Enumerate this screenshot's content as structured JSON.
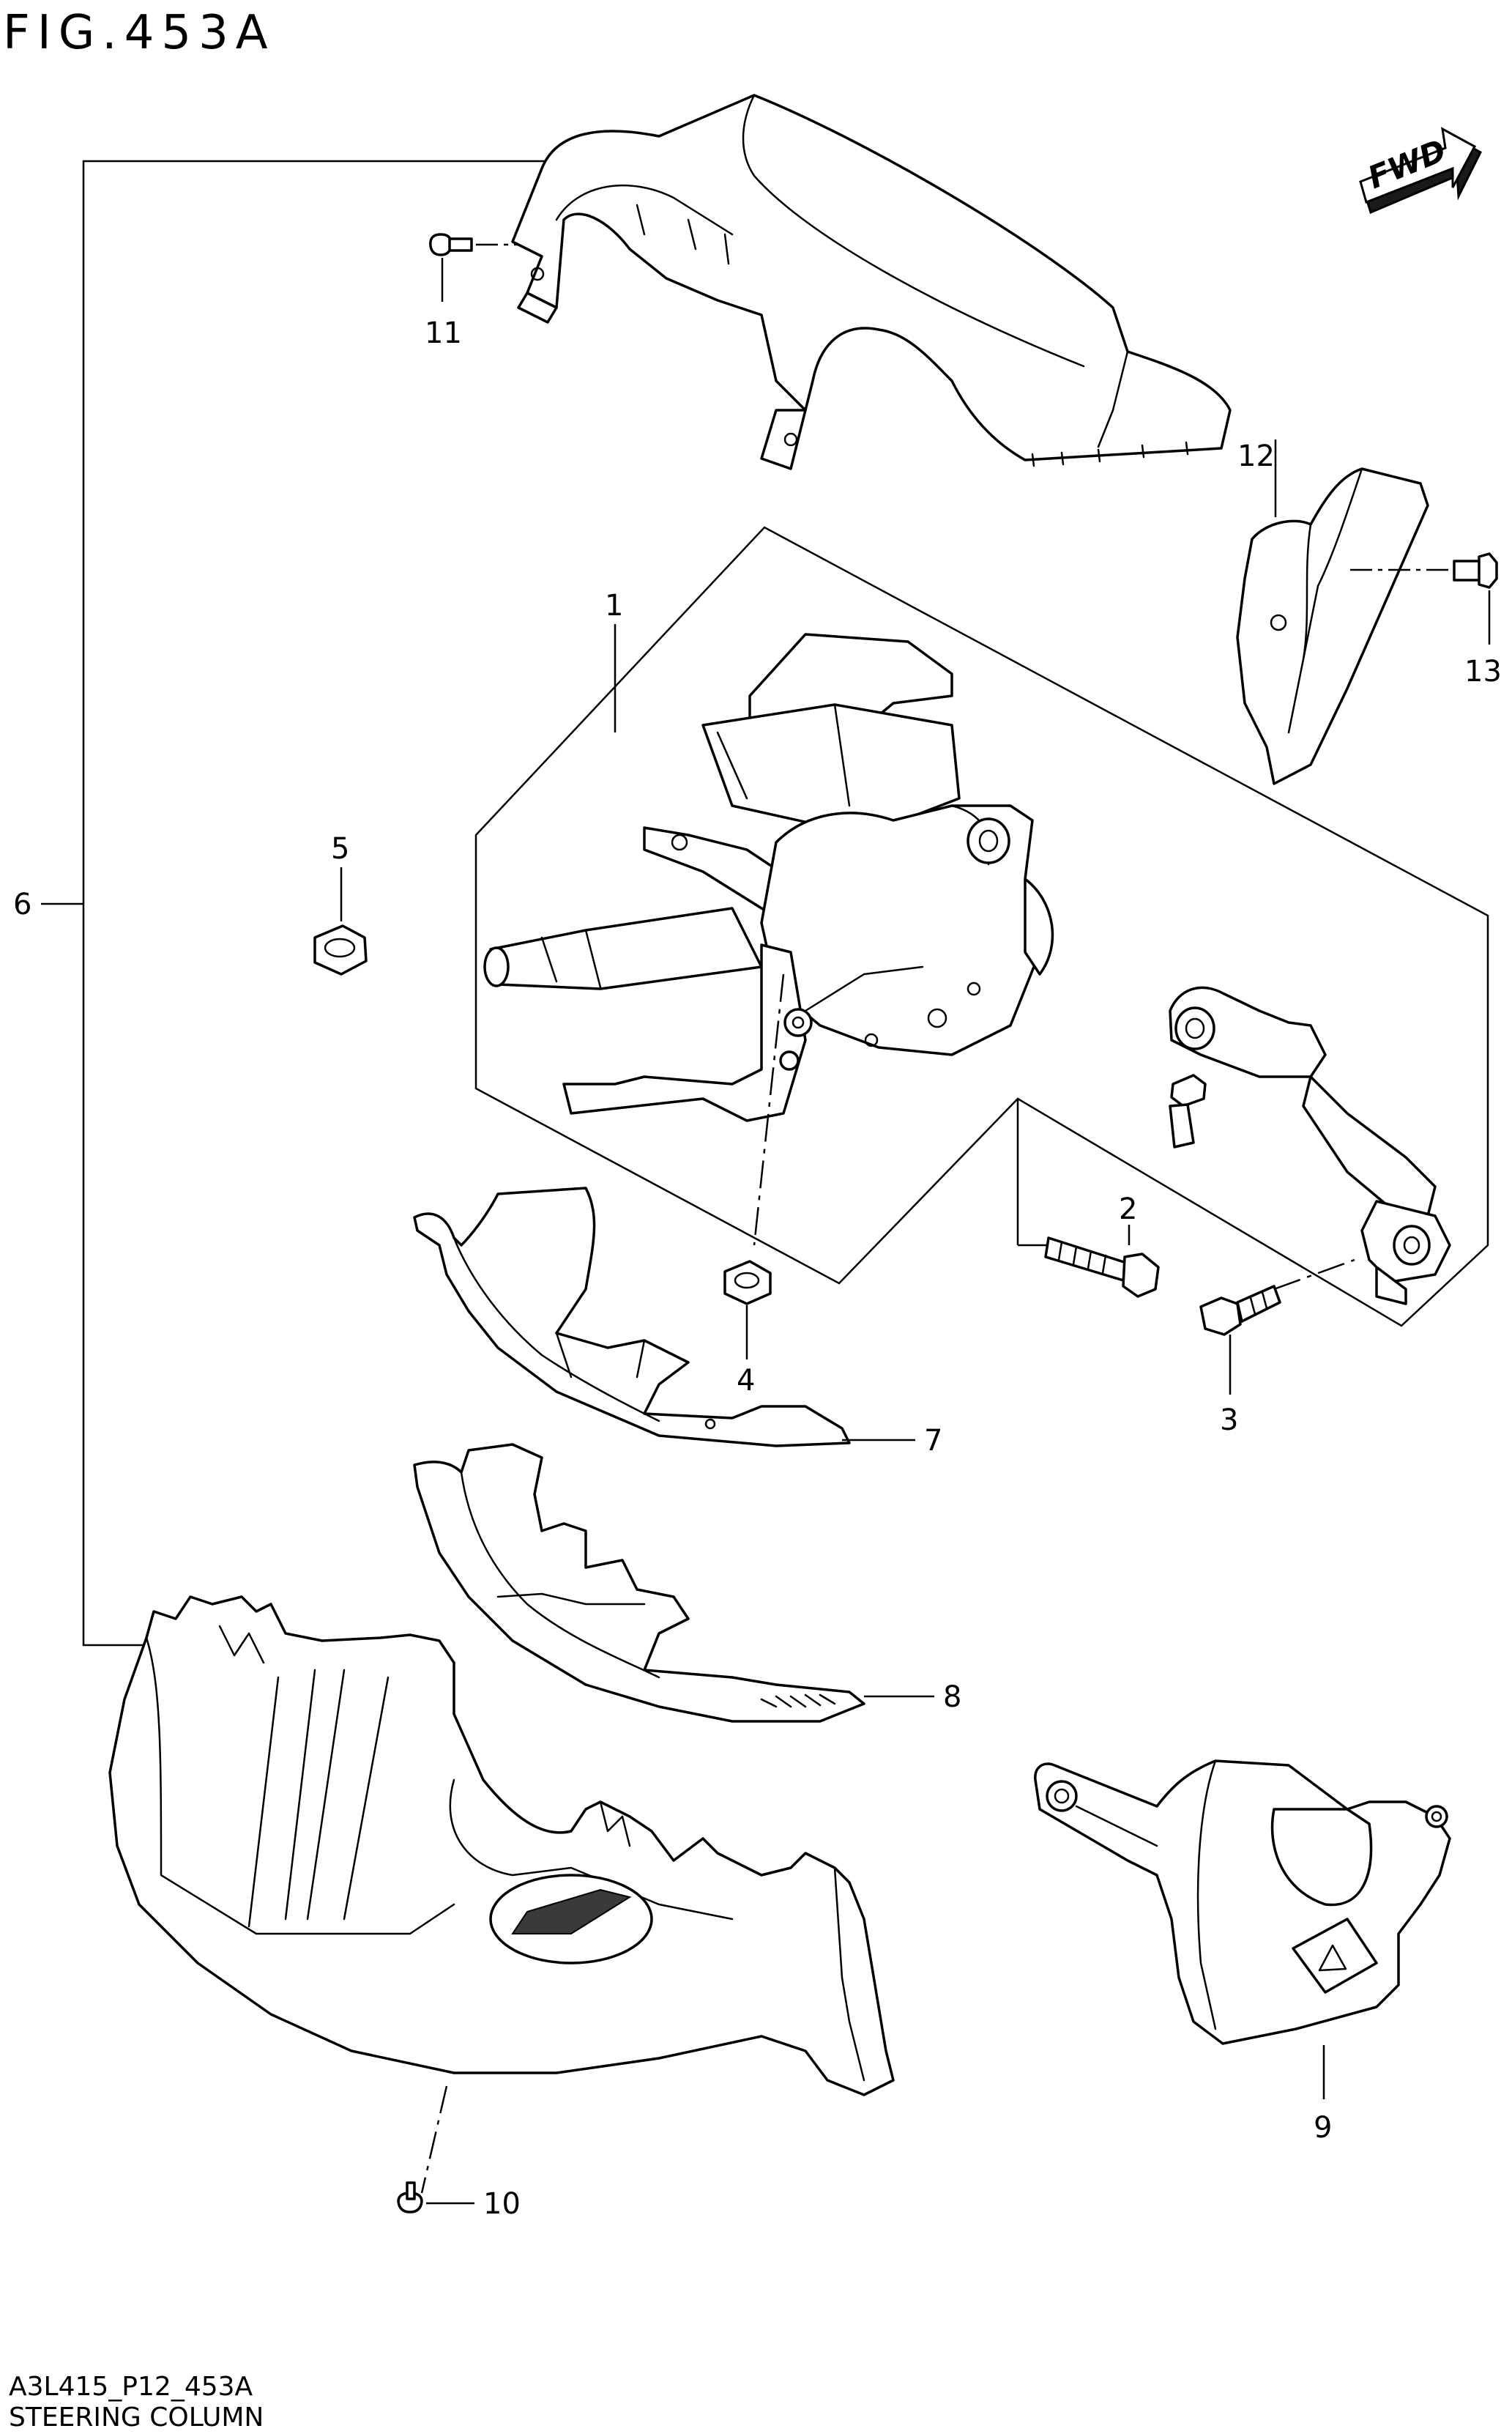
{
  "figure": {
    "title": "FIG.453A",
    "code": "A3L415_P12_453A",
    "name": "STEERING COLUMN",
    "fwd_label": "FWD"
  },
  "callouts": {
    "c1": "1",
    "c2": "2",
    "c3": "3",
    "c4": "4",
    "c5": "5",
    "c6": "6",
    "c7": "7",
    "c8": "8",
    "c9": "9",
    "c10": "10",
    "c11": "11",
    "c12": "12",
    "c13": "13"
  }
}
